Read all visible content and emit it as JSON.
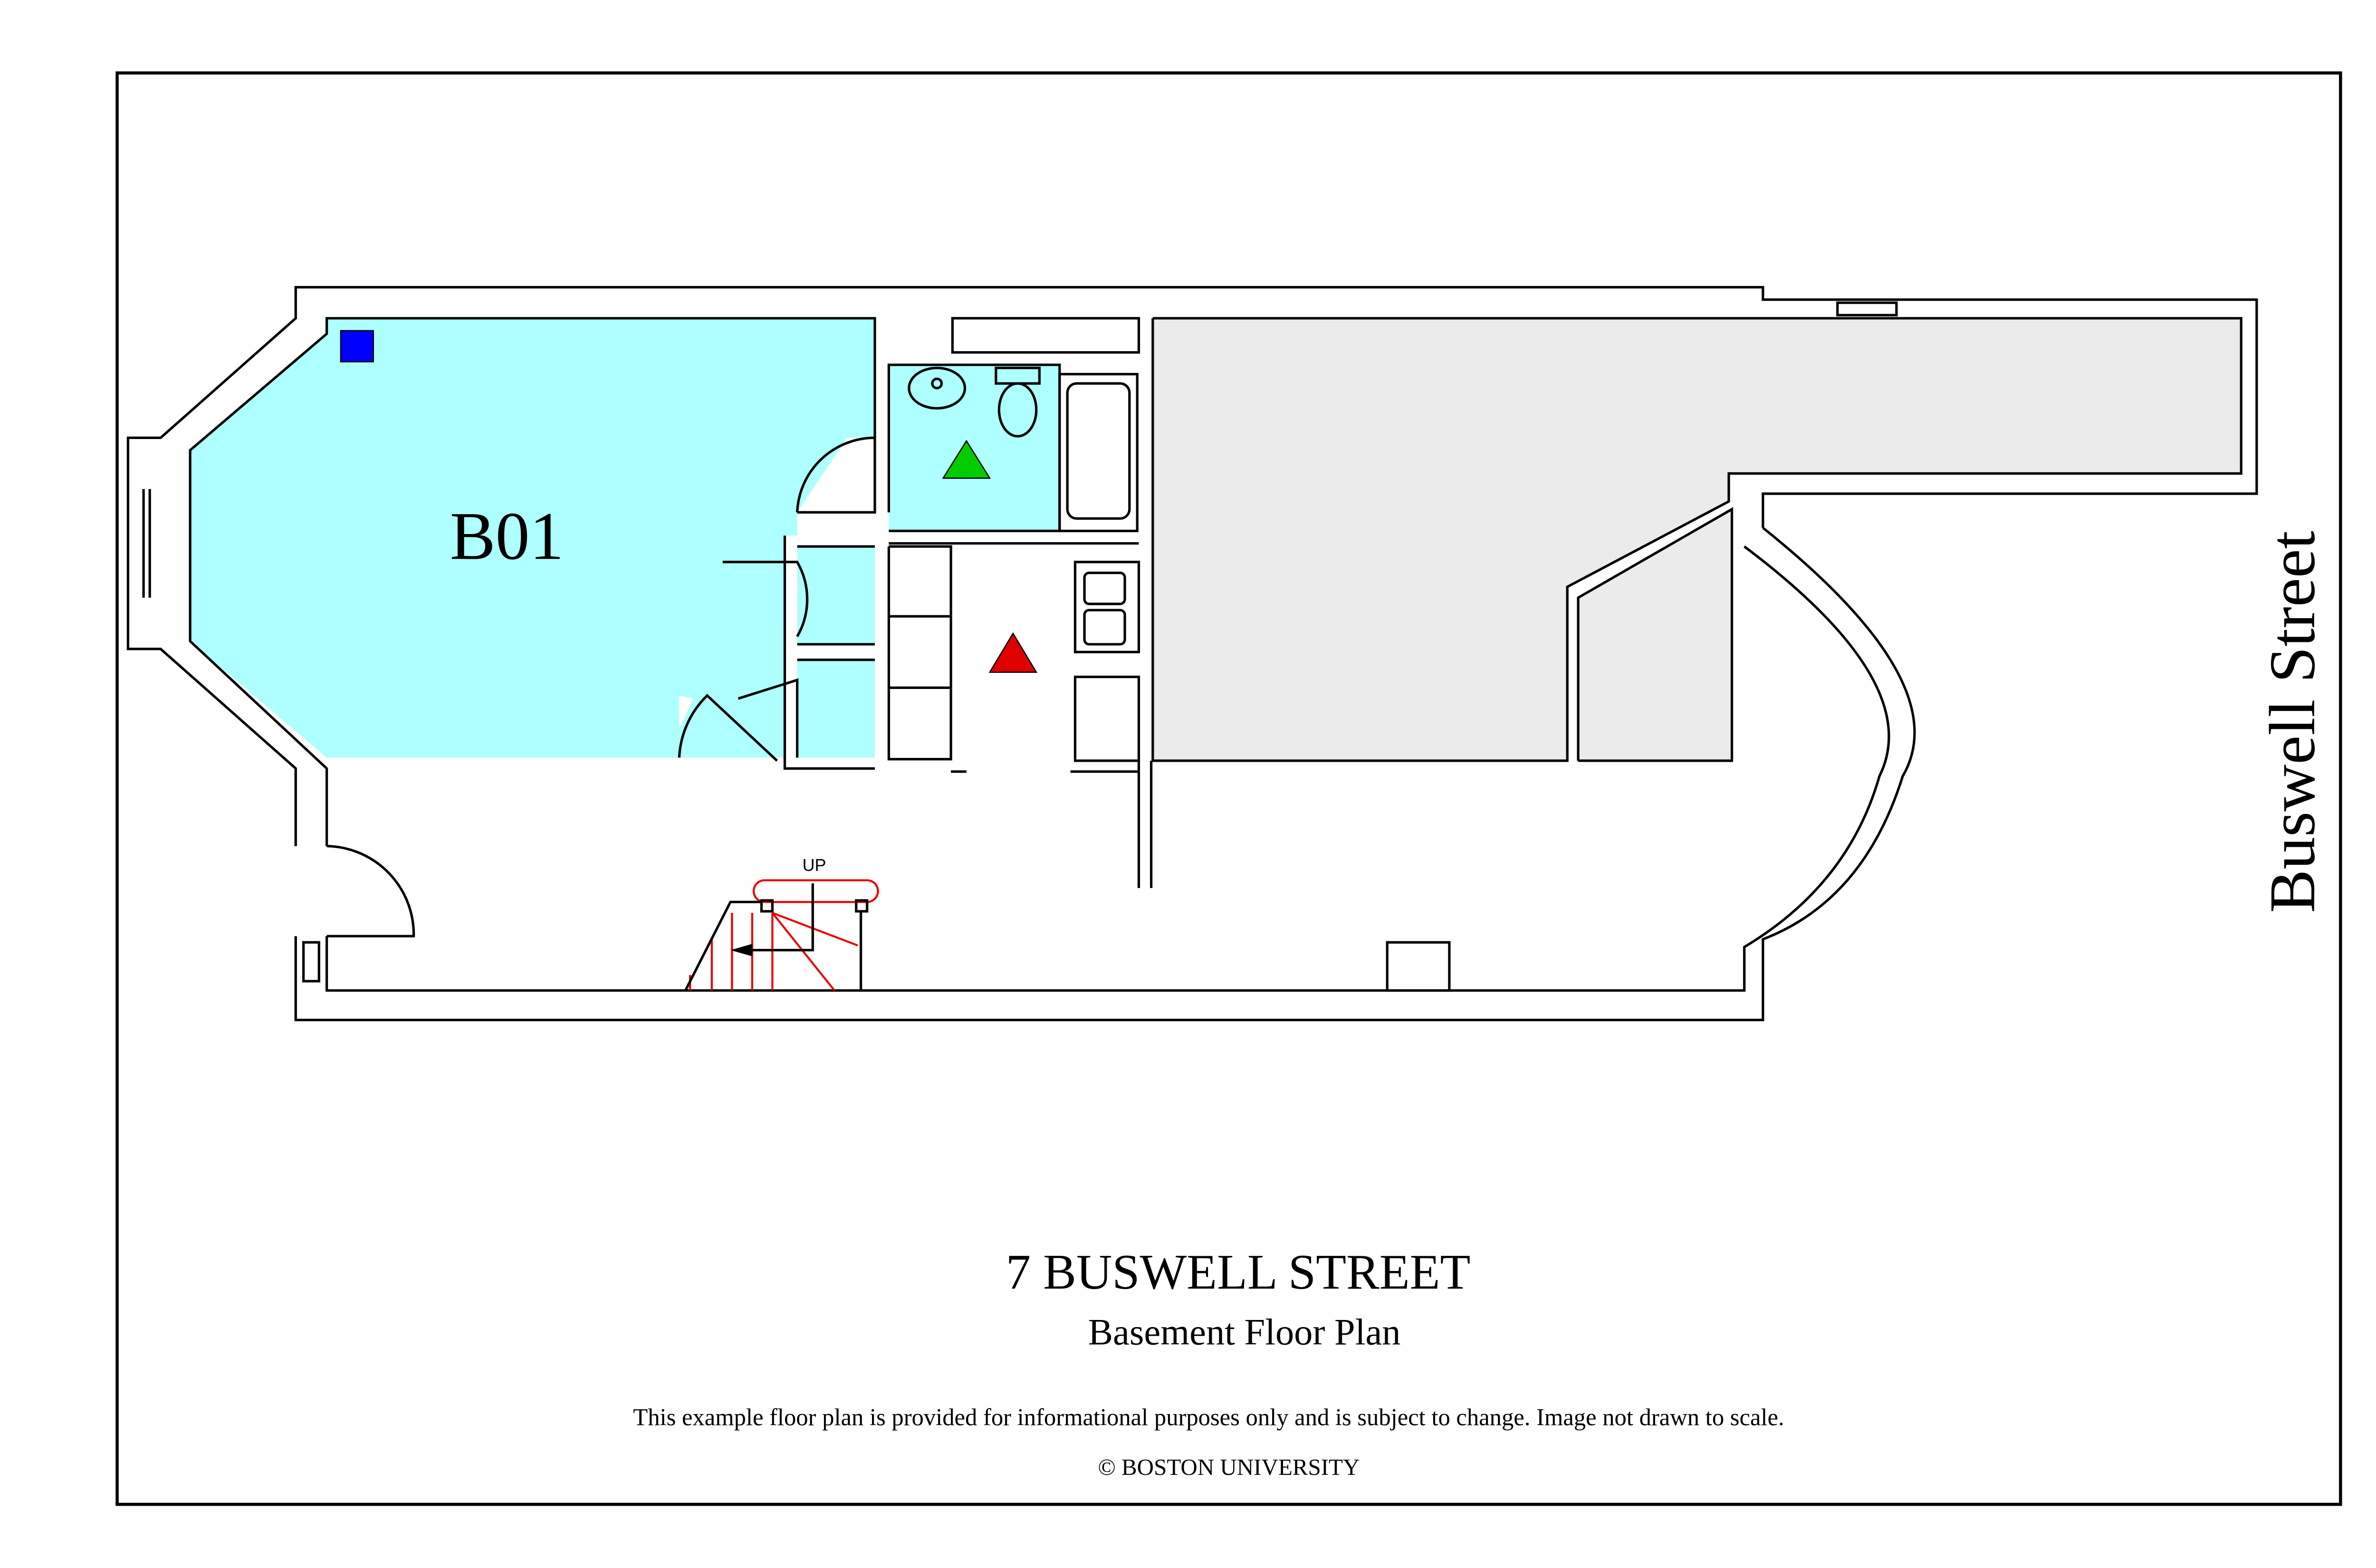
{
  "plan": {
    "room_label": "B01",
    "street_label": "Buswell Street",
    "stair_label": "UP"
  },
  "title_block": {
    "title": "7 BUSWELL STREET",
    "subtitle": "Basement Floor Plan",
    "disclaimer": "This example floor plan is provided for informational purposes only and is subject to change. Image not drawn to scale.",
    "copyright": "© BOSTON UNIVERSITY"
  },
  "colors": {
    "room_highlight": "#aeffff",
    "unavailable_area": "#ebebeb",
    "marker_blue": "#0000ff",
    "marker_green": "#00cc00",
    "marker_red": "#e00000",
    "stair": "#e00000"
  },
  "markers": [
    {
      "icon": "blue-square-icon"
    },
    {
      "icon": "green-triangle-icon"
    },
    {
      "icon": "red-triangle-icon"
    }
  ]
}
